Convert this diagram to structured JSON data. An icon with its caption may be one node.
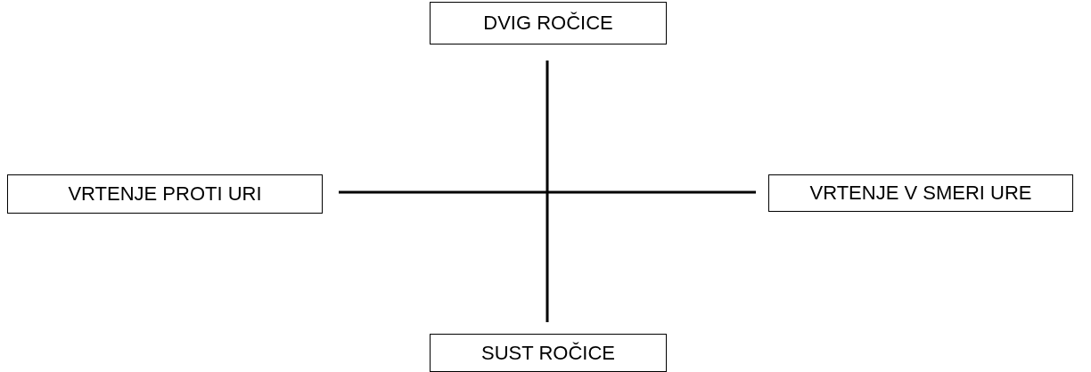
{
  "diagram": {
    "nodes": [
      {
        "text": [
          "DVIG ROČICE"
        ]
      },
      {
        "text": [
          "VRTENJE PROTI URI"
        ]
      },
      {
        "text": [
          "VRTENJE V SMERI URE"
        ]
      },
      {
        "text": [
          "SUST ROČICE"
        ]
      }
    ]
  }
}
